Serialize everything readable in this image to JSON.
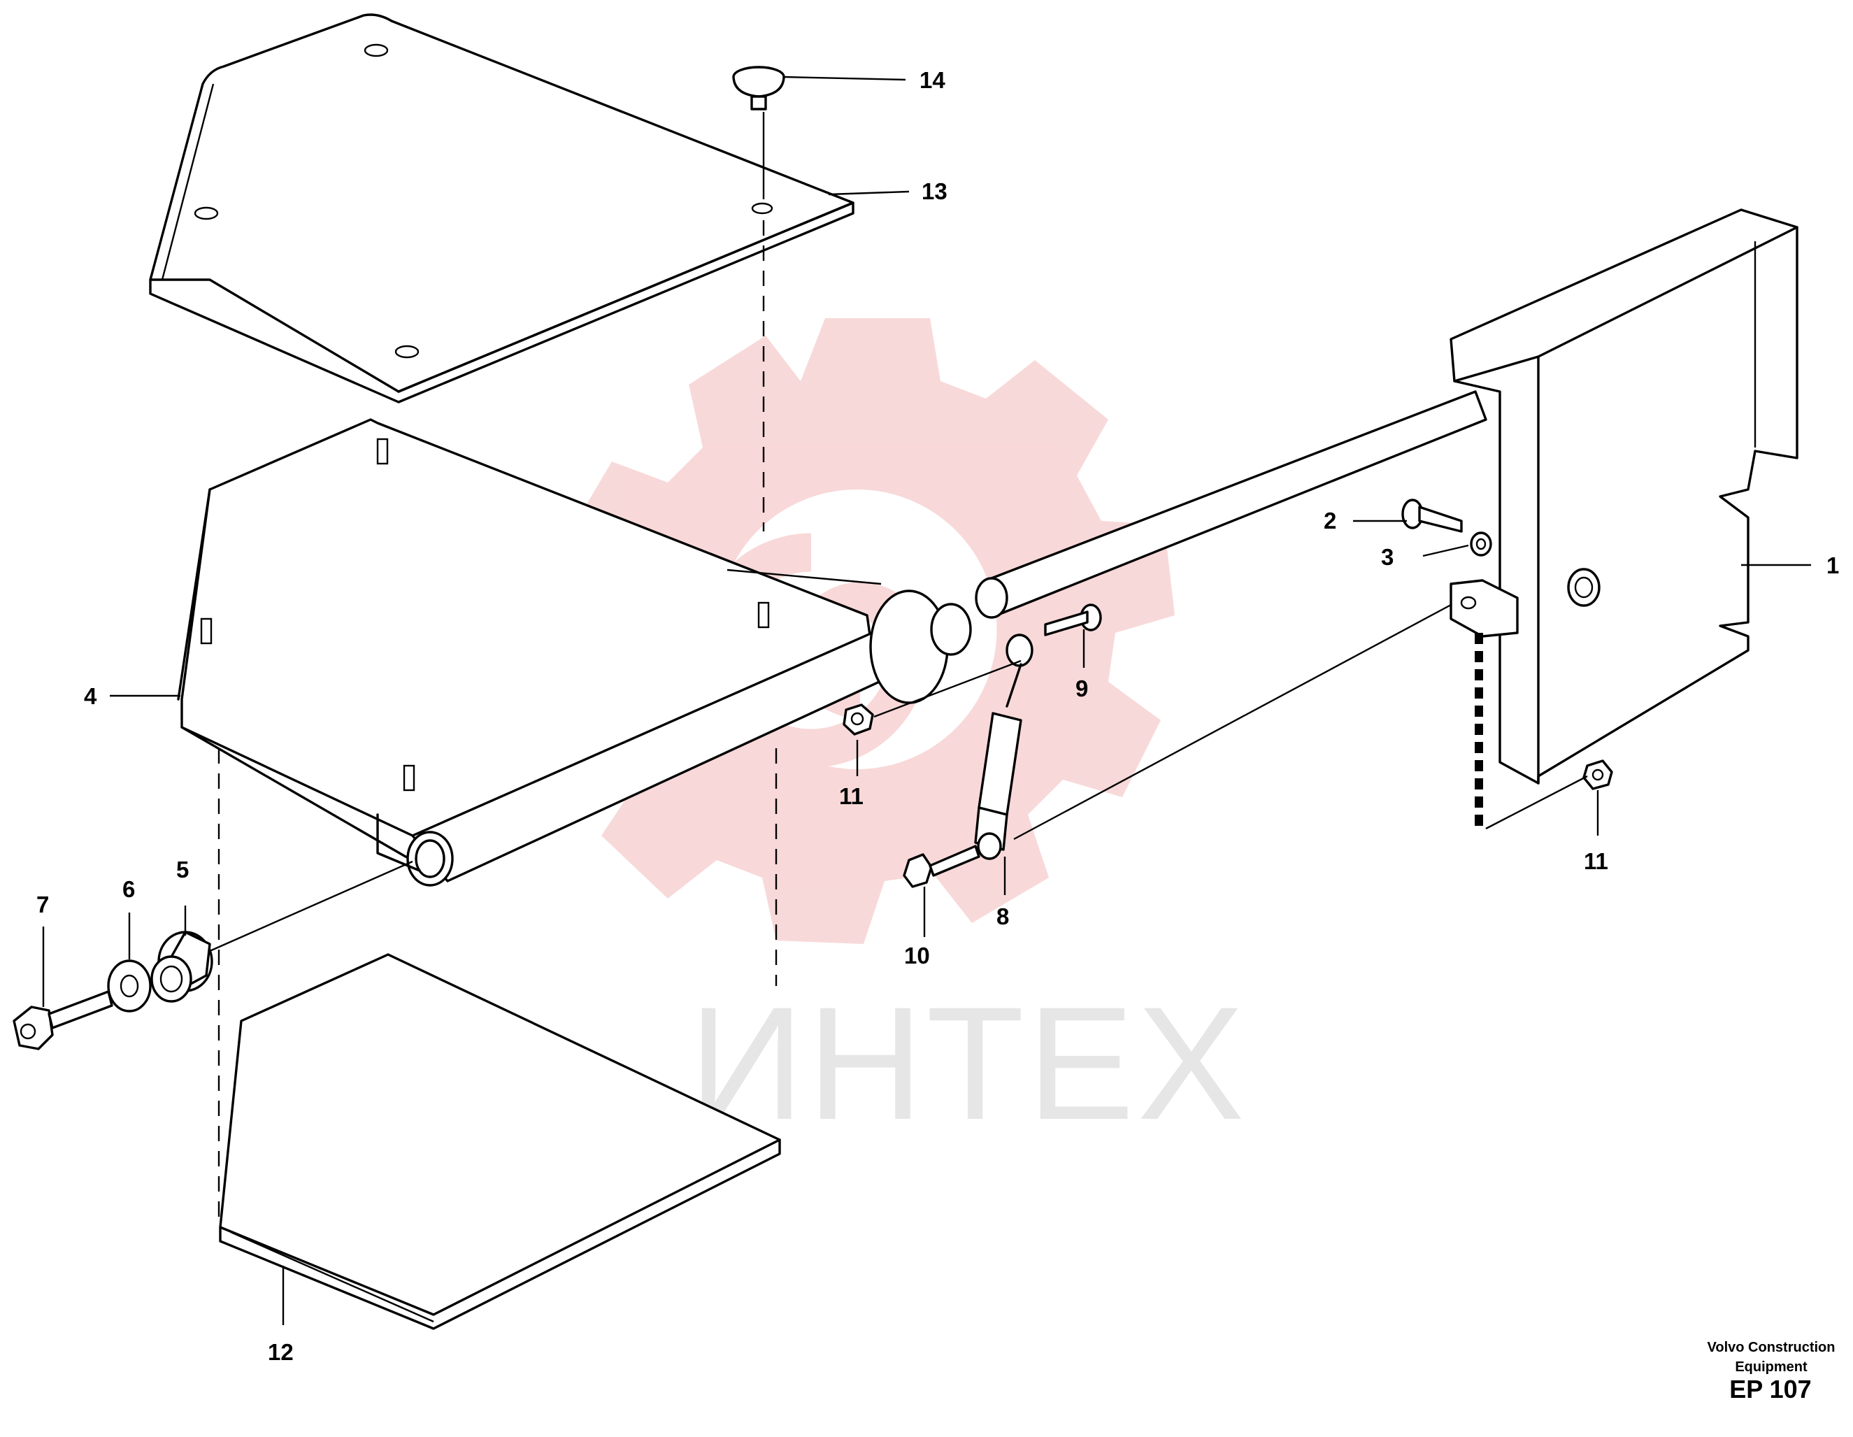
{
  "watermark": {
    "text": "ИНТЕХ",
    "color": "#f7d2d2"
  },
  "callouts": [
    {
      "id": "1",
      "label": "1"
    },
    {
      "id": "2",
      "label": "2"
    },
    {
      "id": "3",
      "label": "3"
    },
    {
      "id": "4",
      "label": "4"
    },
    {
      "id": "5",
      "label": "5"
    },
    {
      "id": "6",
      "label": "6"
    },
    {
      "id": "7",
      "label": "7"
    },
    {
      "id": "8",
      "label": "8"
    },
    {
      "id": "9",
      "label": "9"
    },
    {
      "id": "10",
      "label": "10"
    },
    {
      "id": "11a",
      "label": "11"
    },
    {
      "id": "11b",
      "label": "11"
    },
    {
      "id": "12",
      "label": "12"
    },
    {
      "id": "13",
      "label": "13"
    },
    {
      "id": "14",
      "label": "14"
    }
  ],
  "footer": {
    "maker_line1": "Volvo Construction",
    "maker_line2": "Equipment",
    "code": "EP 107"
  }
}
